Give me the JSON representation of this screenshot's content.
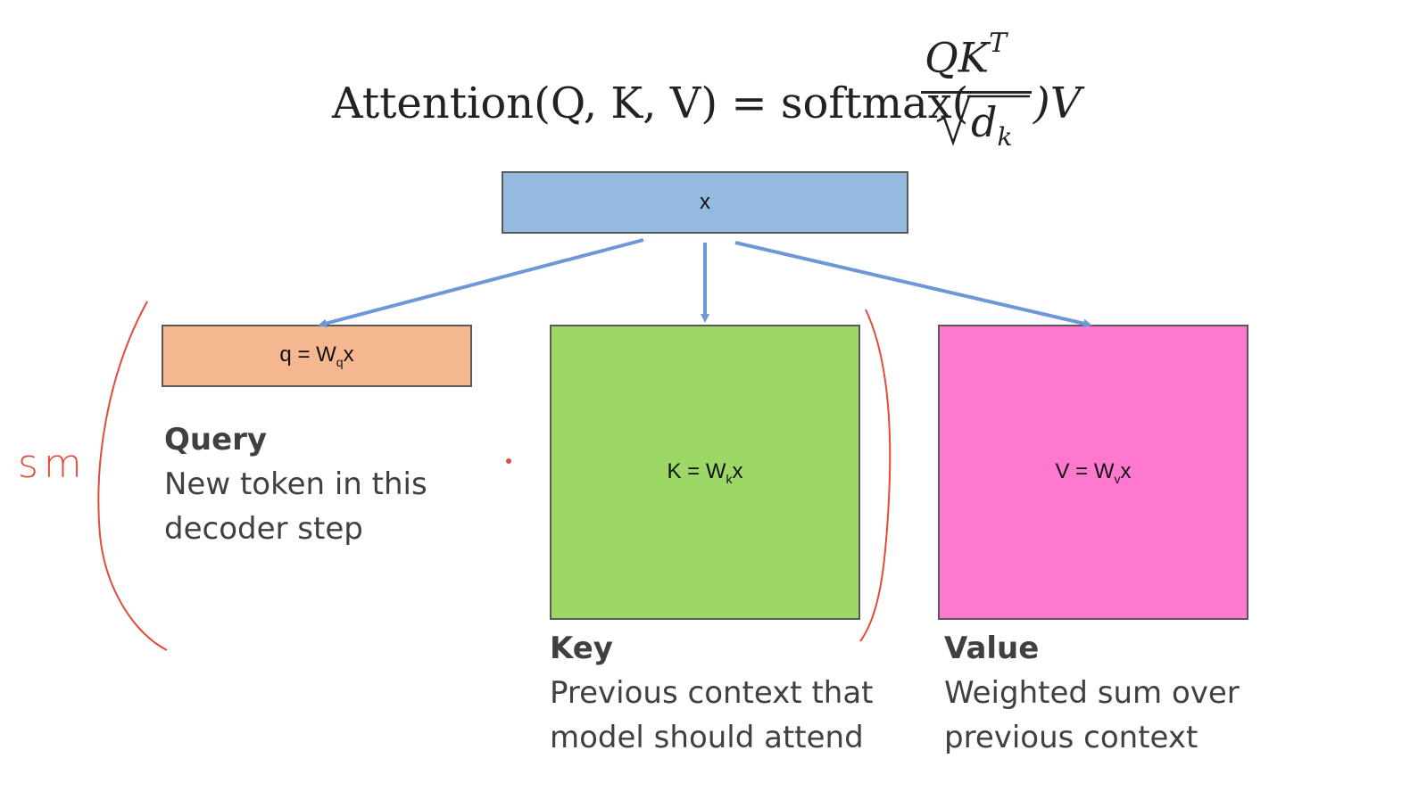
{
  "formula": {
    "left": "Attention(Q, K, V) = softmax(",
    "numerator": "QK",
    "numerator_sup": "T",
    "denominator": "d",
    "denominator_sub": "k",
    "right": ")V"
  },
  "boxes": {
    "x": {
      "label": "x",
      "color": "#94badf"
    },
    "q": {
      "prefix": "q = W",
      "sub": "q",
      "suffix": "x",
      "color": "#f5b78f"
    },
    "k": {
      "prefix": "K = W",
      "sub": "k",
      "suffix": "x",
      "color": "#9dd766"
    },
    "v": {
      "prefix": "V = W",
      "sub": "v",
      "suffix": "x",
      "color": "#ff78cf"
    }
  },
  "labels": {
    "query": {
      "title": "Query",
      "line1": "New token in this",
      "line2": "decoder step"
    },
    "key": {
      "title": "Key",
      "line1": "Previous context that",
      "line2": "model should attend"
    },
    "value": {
      "title": "Value",
      "line1": "Weighted sum over",
      "line2": "previous context"
    }
  },
  "annotation": {
    "handwritten": "sm",
    "ink_color": "#e34a3c"
  },
  "arrow_color": "#6f97d8"
}
